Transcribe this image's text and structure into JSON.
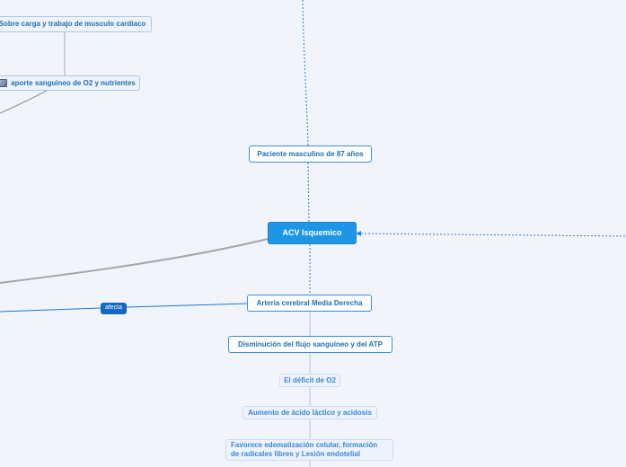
{
  "nodes": {
    "sobrecarga": "Sobre carga y trabajo de musculo cardiaco",
    "aporte": "aporte sanguineo de O2 y nutrientes",
    "paciente": "Paciente masculino de 87 años",
    "acv": "ACV Isquemico",
    "arteria": "Arteria cerebral Media Derecha",
    "afecta": "afecta",
    "disminucion": "Disminución del flujo sanguíneo y del ATP",
    "deficit": "El déficit de O2",
    "aumento": "Aumento de ácido láctico y acidosis",
    "favorece_line1": "Favorece edematización celular, formación",
    "favorece_line2": "de radicales libres y Lesión endotelial"
  },
  "colors": {
    "background": "#f1f4fb",
    "central": "#1e95e6",
    "node_text": "#1f6fb7",
    "link_blue": "#1f77c8",
    "link_gray": "#a3a7ad"
  },
  "icons": {
    "aporte": "document-image-icon"
  }
}
